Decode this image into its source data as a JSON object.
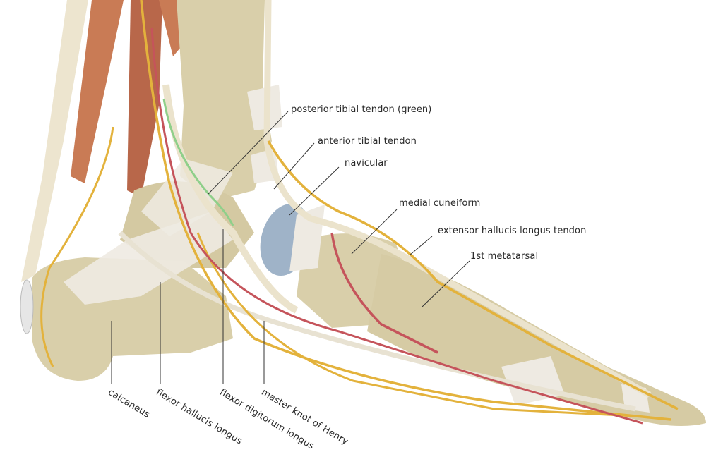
{
  "labels": {
    "posterior_tibial_tendon": "posterior tibial tendon (green)",
    "anterior_tibial_tendon": "anterior tibial tendon",
    "navicular": "navicular",
    "medial_cuneiform": "medial cuneiform",
    "extensor_hallucis_longus_tendon": "extensor hallucis longus tendon",
    "first_metatarsal": "1st metatarsal",
    "calcaneus": "calcaneus",
    "flexor_hallucis_longus": "flexor hallucis longus",
    "flexor_digitorum_longus": "flexor digitorum longus",
    "master_knot_of_henry": "master knot of Henry"
  },
  "colors": {
    "bone": "#d9cfaa",
    "tendon": "#ece6d6",
    "nerve": "#e3b23c",
    "artery": "#c5545b",
    "muscle": "#c97b55",
    "ligament": "#eeeae2",
    "posterior_tibial_highlight": "#8fcf8a",
    "navicular_highlight": "#9fb3c8"
  }
}
